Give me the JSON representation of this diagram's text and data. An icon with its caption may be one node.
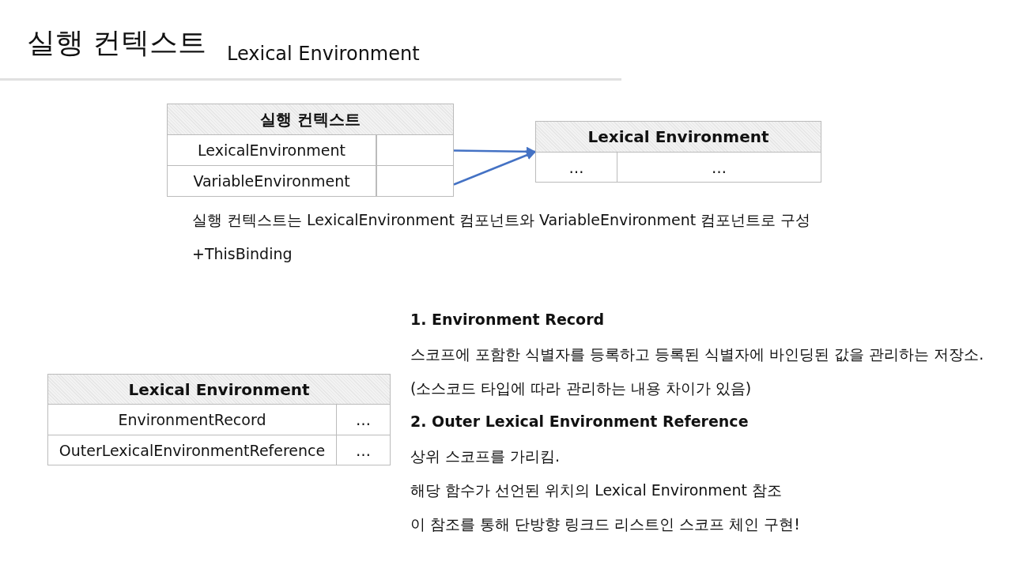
{
  "diagram": {
    "title": "실행 컨텍스트",
    "nodes": [
      {
        "text": [
          "실행 컨텍스트"
        ]
      },
      {
        "text": [
          "LexicalEnvironment"
        ],
        "in": 0
      },
      {
        "text": [],
        "shape": "box",
        "in": 0
      },
      {
        "text": [
          "VariableEnvironment"
        ],
        "in": 0
      },
      {
        "text": [],
        "shape": "box",
        "in": 0
      },
      {
        "text": [
          "Lexical Environment"
        ]
      },
      {
        "text": [
          "…"
        ],
        "in": 5
      },
      {
        "text": [
          "…"
        ],
        "in": 5
      },
      {
        "text": [
          "Lexical Environment"
        ]
      },
      {
        "text": [
          "EnvironmentRecord"
        ],
        "in": 8
      },
      {
        "text": [
          "…"
        ],
        "in": 8
      },
      {
        "text": [
          "OuterLexicalEnvironmentReference"
        ],
        "in": 8
      },
      {
        "text": [
          "…"
        ],
        "in": 8
      }
    ],
    "edges": [
      {
        "from": 2,
        "to": 5,
        "arrow": "to",
        "color": "#4472c4"
      },
      {
        "from": 4,
        "to": 5,
        "arrow": "to",
        "color": "#4472c4"
      }
    ],
    "labels": [
      "Lexical Environment",
      "실행 컨텍스트는 LexicalEnvironment 컴포넌트와 VariableEnvironment 컴포넌트로 구성",
      "+ThisBinding",
      "1. Environment Record",
      "스코프에 포함한 식별자를 등록하고 등록된 식별자에 바인딩된 값을 관리하는 저장소.",
      "(소스코드 타입에 따라 관리하는 내용 차이가 있음)",
      "2. Outer Lexical Environment Reference",
      "상위 스코프를 가리킴.",
      "해당 함수가 선언된 위치의 Lexical Environment 참조",
      "이 참조를 통해 단방향 링크드 리스트인 스코프 체인 구현!"
    ]
  }
}
